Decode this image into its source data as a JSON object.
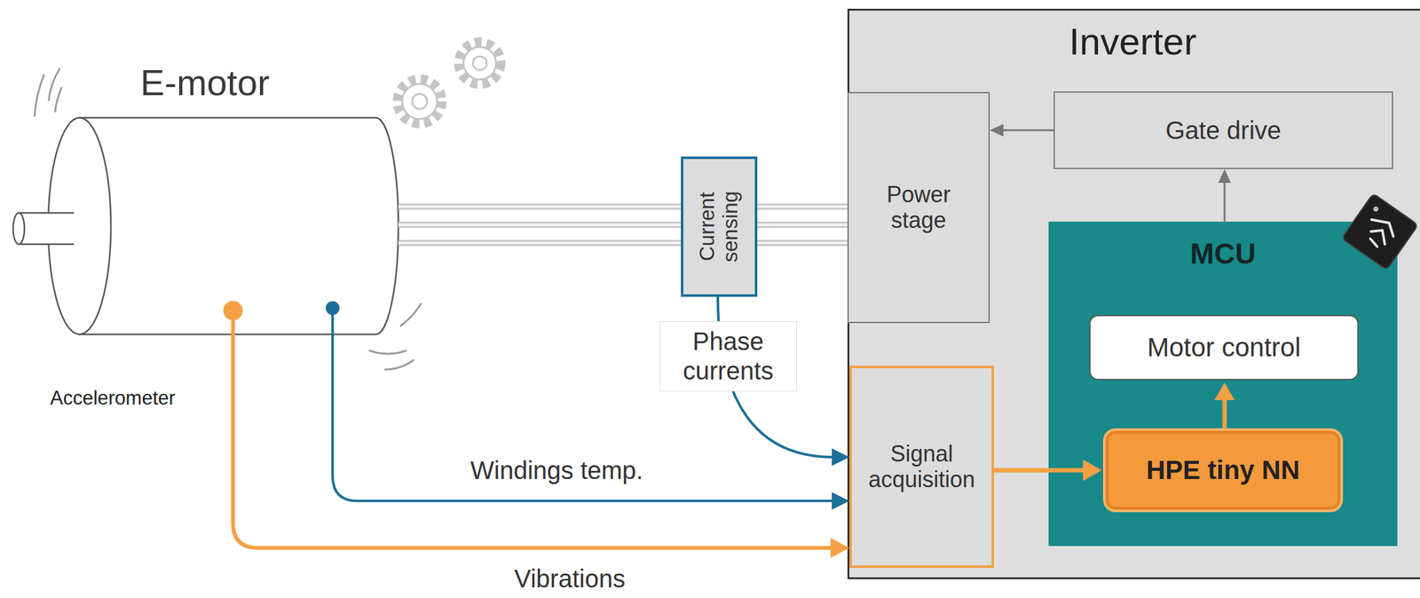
{
  "diagram": {
    "nodes": [
      {
        "text": [
          "E-motor"
        ]
      },
      {
        "text": [
          "Current sensing"
        ]
      },
      {
        "text": [
          "Inverter"
        ]
      },
      {
        "text": [
          "Power stage"
        ],
        "in": 2
      },
      {
        "text": [
          "Gate drive"
        ],
        "in": 2
      },
      {
        "text": [
          "MCU"
        ],
        "in": 2
      },
      {
        "text": [
          "Motor control"
        ],
        "in": 5
      },
      {
        "text": [
          "HPE tiny NN"
        ],
        "in": 5
      },
      {
        "text": [
          "Signal acquisition"
        ],
        "in": 2
      }
    ],
    "edges": [
      {
        "from": 0,
        "to": 1,
        "arrow": "none"
      },
      {
        "from": 1,
        "to": 3,
        "arrow": "none"
      },
      {
        "from": 4,
        "to": 3,
        "arrow": "to"
      },
      {
        "from": 5,
        "to": 4,
        "arrow": "to"
      },
      {
        "from": 8,
        "to": 7,
        "arrow": "to"
      },
      {
        "from": 7,
        "to": 6,
        "arrow": "to"
      },
      {
        "from": 1,
        "to": 8,
        "label": "Phase currents",
        "arrow": "to"
      },
      {
        "from": 0,
        "to": 8,
        "label": "Windings temp.",
        "arrow": "to"
      },
      {
        "from": 0,
        "to": 8,
        "label": "Vibrations",
        "arrow": "to"
      }
    ],
    "labels": [
      "Accelerometer"
    ]
  }
}
